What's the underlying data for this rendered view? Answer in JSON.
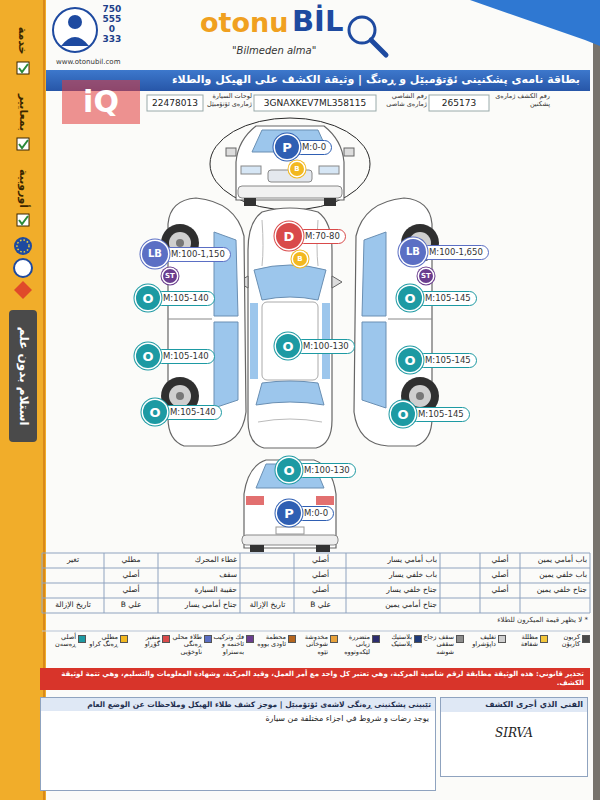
{
  "diagram": {
    "nodes": [
      {
        "text": [
          "بطاقة نامەی پشکنینی ئۆتۆمبێل و ڕەنگ | وثيقة الكشف على الهيكل والطلاء"
        ]
      },
      {
        "text": [
          "P",
          "M:0-0"
        ]
      },
      {
        "text": [
          "B"
        ]
      },
      {
        "text": [
          "LB",
          "M:100-1,150"
        ]
      },
      {
        "text": [
          "D",
          "M:70-80"
        ]
      },
      {
        "text": [
          "LB",
          "M:100-1,650"
        ]
      },
      {
        "text": [
          "ST"
        ]
      },
      {
        "text": [
          "B"
        ]
      },
      {
        "text": [
          "ST"
        ]
      },
      {
        "text": [
          "O",
          "M:105-140"
        ]
      },
      {
        "text": [
          "O",
          "M:105-145"
        ]
      },
      {
        "text": [
          "O",
          "M:100-130"
        ]
      },
      {
        "text": [
          "O",
          "M:105-140"
        ]
      },
      {
        "text": [
          "O",
          "M:105-145"
        ]
      },
      {
        "text": [
          "O",
          "M:105-140"
        ]
      },
      {
        "text": [
          "O",
          "M:105-145"
        ]
      },
      {
        "text": [
          "O",
          "M:100-130"
        ]
      },
      {
        "text": [
          "P",
          "M:0-0"
        ]
      },
      {
        "text": [
          "تحذير قانوني: هذه الوثيقة مطابقة لرقم شاصية المركبة، وهي تعتبر كل واحد مع أمر العمل، وقيد المركبة، وشهادة المعلومات والتسليم، وهي تتمة لوثيقة الكشف."
        ]
      },
      {
        "text": [
          "الفني الذي أجرى الكشف",
          "SIRVA"
        ]
      },
      {
        "text": [
          "تێبینی پشکنینی ڕەنگی لاشەی ئۆتۆمبێل | موجز كشف طلاء الهيكل وملاحظات عن الوضع العام",
          "يوجد رضات و شروط في اجزاء مختلفة من سيارة"
        ]
      }
    ],
    "labels": [
      "750 555 0 333",
      "otonu",
      "BİL",
      "\"Bilmeden alma\"",
      "www.otonubil.com",
      "iQ",
      "رقم الكشف ژمارەی پشکنین",
      "265173",
      "رقم الشاصي ژمارەی شاصی",
      "3GNAXKEV7ML358115",
      "لوحات السيارة ژمارەی ئۆتۆمبێل",
      "22478013",
      "خدمة",
      "بمعايير",
      "أوروبية",
      "استلام بدون علم",
      "باب أمامي يمين",
      "أصلي",
      "باب خلفي يمين",
      "أصلي",
      "جناح خلفي يمين",
      "أصلي",
      "باب أمامي يسار",
      "أصلي",
      "باب خلفي يسار",
      "أصلي",
      "جناح خلفي يسار",
      "أصلي",
      "جناح أمامي يمين",
      "B علي",
      "تاريخ الإزالة",
      "غطاء المحرك",
      "مطلي",
      "تغير",
      "سقف",
      "أصلي",
      "حقيبة السيارة",
      "أصلي",
      "جناح أمامي يسار",
      "B علي",
      "تاريخ الإزالة",
      "* لا يظهر قيمة الميكرون للطلاء"
    ],
    "legend": [
      {
        "text": "كربون كاربۆن",
        "color": "#4a4a4a"
      },
      {
        "text": "مظللة شفافة",
        "color": "#f3c63a"
      },
      {
        "text": "تغليف داپۆشراو",
        "color": "#cfcfcf"
      },
      {
        "text": "سقف زجاج سقفی شوشە",
        "color": "#8c8c8c"
      },
      {
        "text": "بلاستيك پلاستیک",
        "color": "#1e3a7a"
      },
      {
        "text": "متضررة زیانی لێکەوتووە",
        "color": "#2c2c6e"
      },
      {
        "text": "مخدوشة شوخاتی تێوە",
        "color": "#e8a23a"
      },
      {
        "text": "محطمة ئاودی بووە",
        "color": "#b5651d"
      },
      {
        "text": "فك وتركيب ئاخنمە و بەستراو",
        "color": "#6a3d8f"
      },
      {
        "text": "طلاء محلي ڕەنگی ناوخۆیی",
        "color": "#5b6fc4"
      },
      {
        "text": "متغير گۆڕاو",
        "color": "#d94a4a"
      },
      {
        "text": "مطلي ڕەنگ کراو",
        "color": "#f2b820"
      },
      {
        "text": "أصلي ڕەسەن",
        "color": "#1d9aa3"
      }
    ]
  }
}
